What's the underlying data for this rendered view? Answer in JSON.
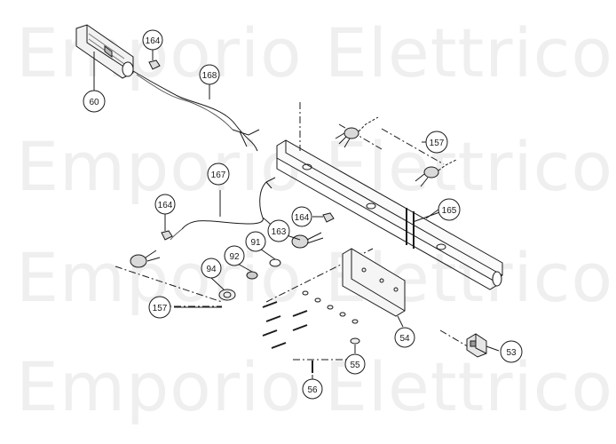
{
  "watermark": {
    "text": "Emporio Elettrico",
    "color": "#efefef"
  },
  "diagram": {
    "line_color": "#1a1a1a",
    "callout_fill": "#ffffff",
    "callouts": [
      {
        "id": "60",
        "label": "60"
      },
      {
        "id": "164a",
        "label": "164"
      },
      {
        "id": "168",
        "label": "168"
      },
      {
        "id": "157a",
        "label": "157"
      },
      {
        "id": "167",
        "label": "167"
      },
      {
        "id": "164b",
        "label": "164"
      },
      {
        "id": "164c",
        "label": "164"
      },
      {
        "id": "165",
        "label": "165"
      },
      {
        "id": "163",
        "label": "163"
      },
      {
        "id": "91",
        "label": "91"
      },
      {
        "id": "92",
        "label": "92"
      },
      {
        "id": "94",
        "label": "94"
      },
      {
        "id": "157b",
        "label": "157"
      },
      {
        "id": "54",
        "label": "54"
      },
      {
        "id": "53",
        "label": "53"
      },
      {
        "id": "55",
        "label": "55"
      },
      {
        "id": "56",
        "label": "56"
      }
    ]
  }
}
